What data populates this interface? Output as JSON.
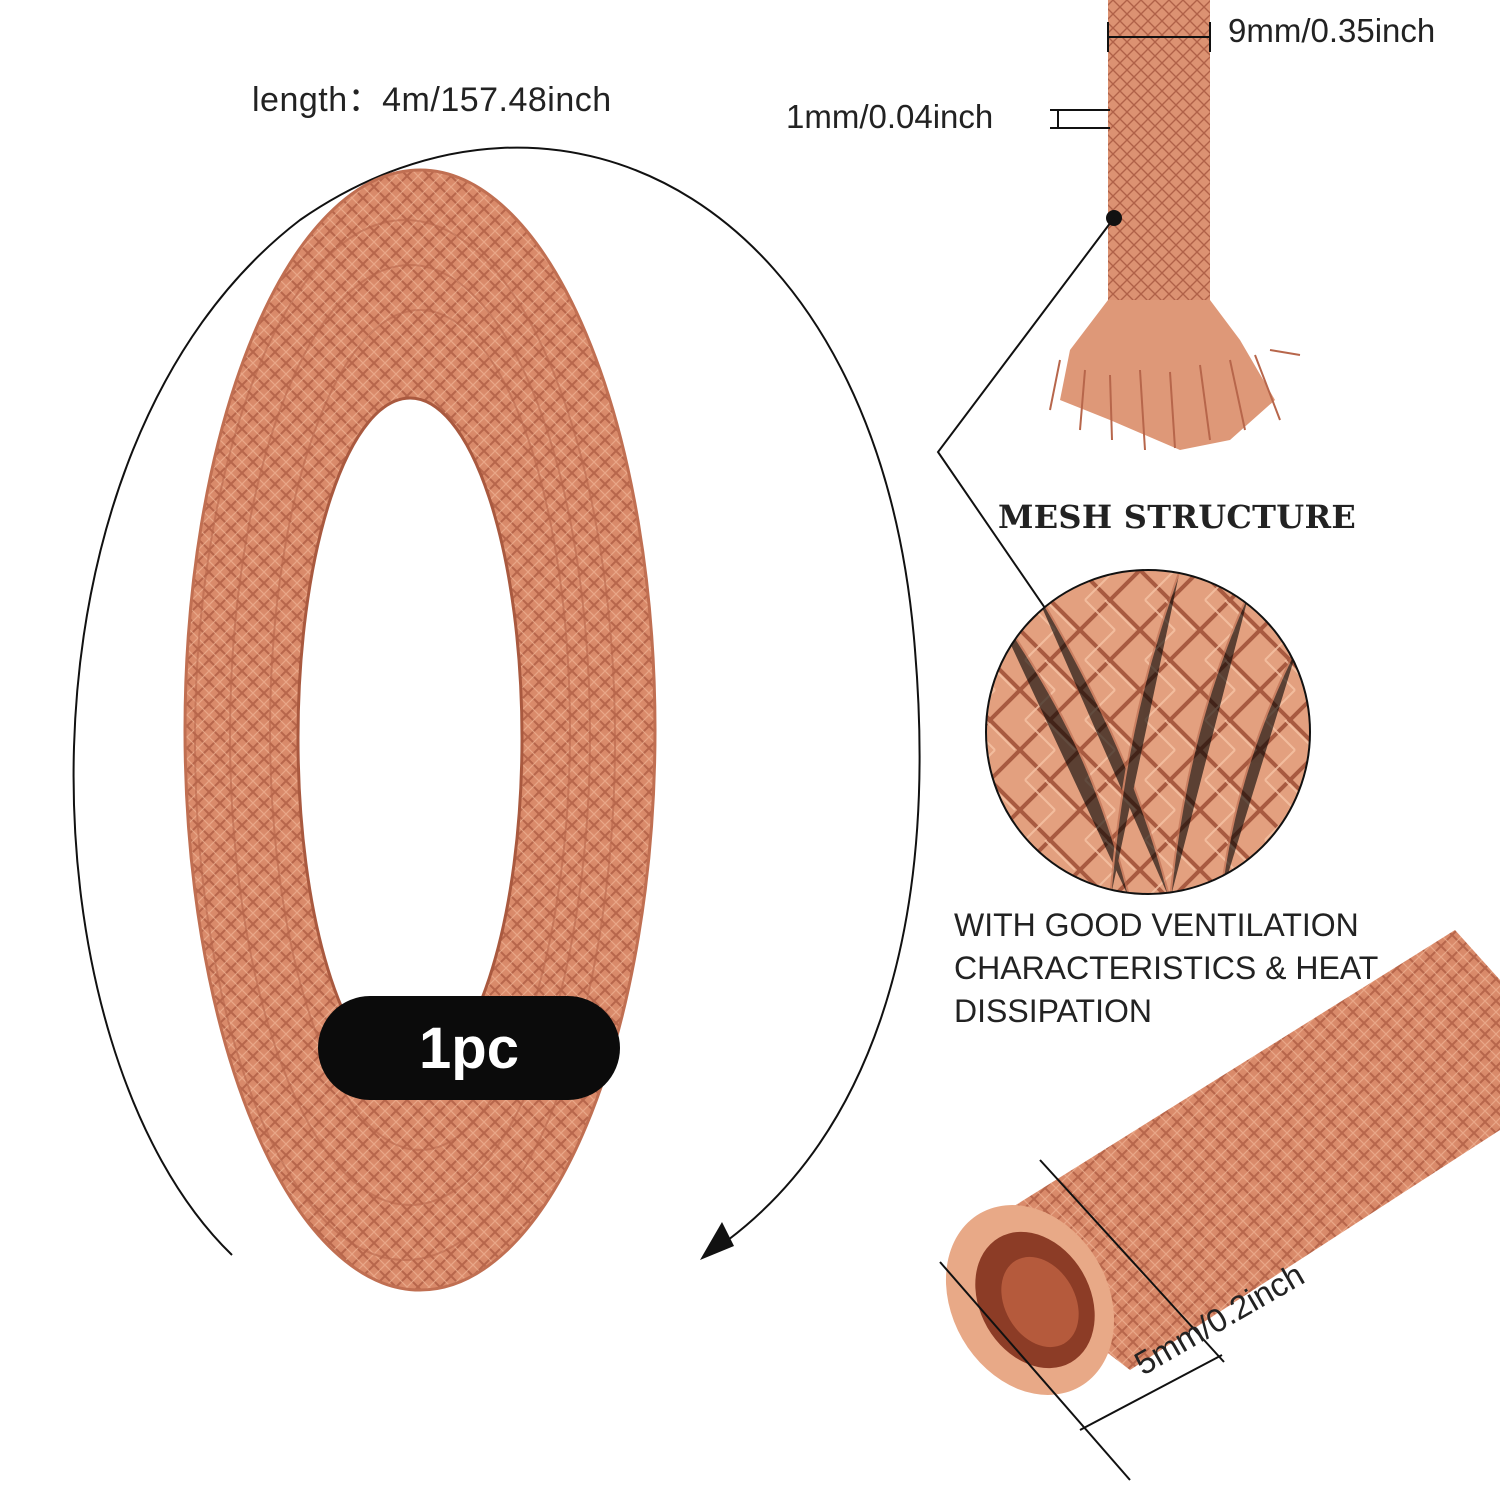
{
  "labels": {
    "length": "length：4m/157.48inch",
    "width": "9mm/0.35inch",
    "thickness": "1mm/0.04inch",
    "mesh_title": "MESH STRUCTURE",
    "ventilation": "WITH GOOD VENTILATION\nCHARACTERISTICS & HEAT\nDISSIPATION",
    "quantity": "1pc",
    "inner_diameter": "5mm/0.2inch"
  },
  "colors": {
    "copper": "#d98a6a",
    "copper_dark": "#b7664b",
    "copper_light": "#f0b494",
    "pill_bg": "#0b0b0b",
    "text": "#222222"
  },
  "icons": {
    "arrow": "arrow-head-icon"
  }
}
